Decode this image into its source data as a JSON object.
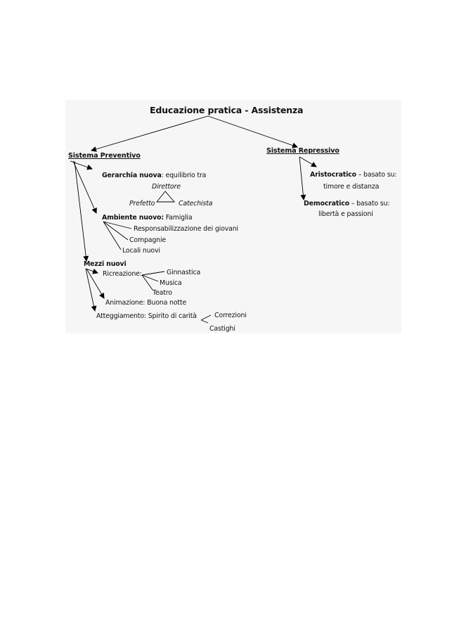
{
  "diagram": {
    "title": "Educazione pratica - Assistenza",
    "preventivo": {
      "label": "Sistema Preventivo",
      "gerarchia": {
        "label": "Gerarchia nuova",
        "suffix": ": equilibrio tra"
      },
      "direttore": "Direttore",
      "prefetto": "Prefetto",
      "catechista": "Catechista",
      "ambiente": {
        "label": "Ambiente nuovo:",
        "suffix": " Famiglia"
      },
      "responsabilizzazione": "Responsabilizzazione dei giovani",
      "compagnie": "Compagnie",
      "locali": "Locali nuovi",
      "mezzi": "Mezzi nuovi",
      "ricreazione": "Ricreazione:",
      "ginnastica": "Ginnastica",
      "musica": "Musica",
      "teatro": "Teatro",
      "animazione": "Animazione: Buona notte",
      "atteggiamento": "Atteggiamento: Spirito di carità",
      "correzioni": "Correzioni",
      "castighi": "Castighi"
    },
    "repressivo": {
      "label": "Sistema Repressivo",
      "aristocratico": {
        "label": "Aristocratico",
        "suffix": " – basato su:"
      },
      "aristocratico_line2": "timore e distanza",
      "democratico": {
        "label": "Democratico",
        "suffix": " – basato su:"
      },
      "democratico_line2": "libertà e passioni"
    }
  }
}
